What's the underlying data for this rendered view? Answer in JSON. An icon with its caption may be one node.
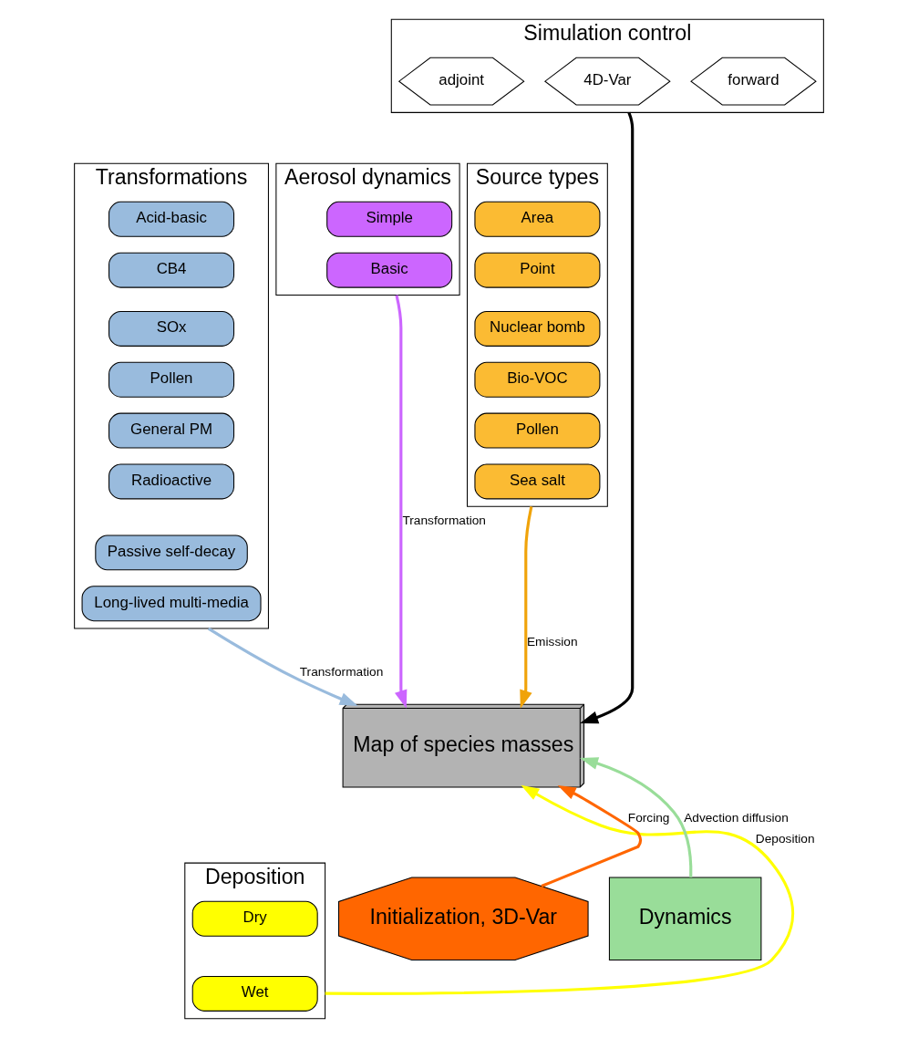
{
  "diagram": {
    "nodes": [
      {
        "text": [
          "Simulation control"
        ]
      },
      {
        "text": [
          "forward"
        ],
        "in": 0
      },
      {
        "text": [
          "adjoint"
        ],
        "in": 0
      },
      {
        "text": [
          "4D-Var"
        ],
        "in": 0
      },
      {
        "text": [
          "Transformations"
        ]
      },
      {
        "text": [
          "Acid-basic"
        ],
        "in": 4
      },
      {
        "text": [
          "CB4"
        ],
        "in": 4
      },
      {
        "text": [
          "SOx"
        ],
        "in": 4
      },
      {
        "text": [
          "Pollen"
        ],
        "in": 4
      },
      {
        "text": [
          "General PM"
        ],
        "in": 4
      },
      {
        "text": [
          "Radioactive"
        ],
        "in": 4
      },
      {
        "text": [
          "Passive self-decay"
        ],
        "in": 4
      },
      {
        "text": [
          "Long-lived multi-media"
        ],
        "in": 4
      },
      {
        "text": [
          "Aerosol dynamics"
        ]
      },
      {
        "text": [
          "Simple"
        ],
        "in": 13
      },
      {
        "text": [
          "Basic"
        ],
        "in": 13
      },
      {
        "text": [
          "Source types"
        ]
      },
      {
        "text": [
          "Area"
        ],
        "in": 16
      },
      {
        "text": [
          "Point"
        ],
        "in": 16
      },
      {
        "text": [
          "Nuclear bomb"
        ],
        "in": 16
      },
      {
        "text": [
          "Bio-VOC"
        ],
        "in": 16
      },
      {
        "text": [
          "Pollen"
        ],
        "in": 16
      },
      {
        "text": [
          "Sea salt"
        ],
        "in": 16
      },
      {
        "text": [
          "Map of species masses"
        ]
      },
      {
        "text": [
          "Deposition"
        ]
      },
      {
        "text": [
          "Dry"
        ],
        "in": 24
      },
      {
        "text": [
          "Wet"
        ],
        "in": 24
      },
      {
        "text": [
          "Initialization, 3D-Var"
        ]
      },
      {
        "text": [
          "Dynamics"
        ]
      }
    ],
    "edges": [
      {
        "from": 0,
        "to": 23,
        "arrow": "to"
      },
      {
        "from": 13,
        "to": 23,
        "arrow": "to",
        "label": "Transformation",
        "color": "#cc66ff"
      },
      {
        "from": 4,
        "to": 23,
        "arrow": "to",
        "label": "Transformation",
        "color": "#99bbdd"
      },
      {
        "from": 16,
        "to": 23,
        "arrow": "to",
        "label": "Emission",
        "color": "#f0a30a"
      },
      {
        "from": 24,
        "to": 23,
        "arrow": "to",
        "label": "Deposition",
        "color": "#ffff00"
      },
      {
        "from": 27,
        "to": 23,
        "arrow": "to",
        "label": "Forcing",
        "color": "#ff6600"
      },
      {
        "from": 28,
        "to": 23,
        "arrow": "to",
        "label": "Advection diffusion",
        "color": "#99dd99"
      }
    ]
  }
}
